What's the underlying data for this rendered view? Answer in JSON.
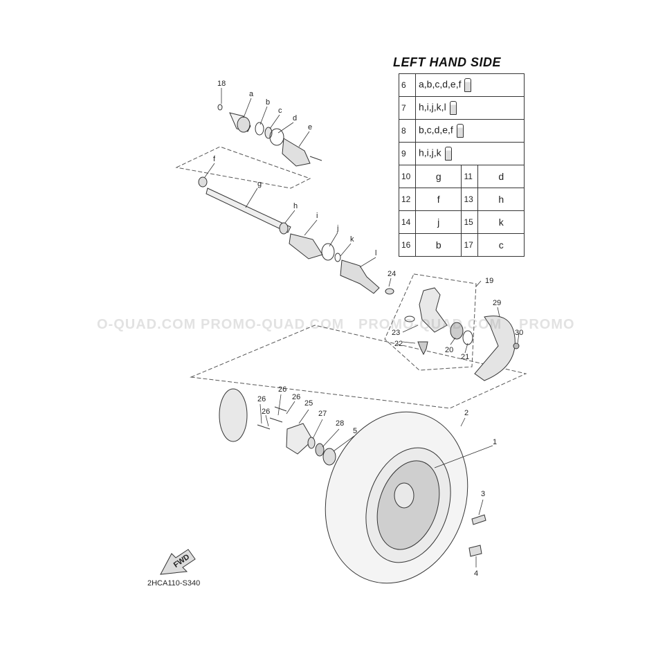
{
  "legend": {
    "title": "LEFT HAND SIDE",
    "rows": [
      {
        "num": "6",
        "value": "a,b,c,d,e,f",
        "icon": "lubricant-tube-icon"
      },
      {
        "num": "7",
        "value": "h,i,j,k,l",
        "icon": "lubricant-tube-icon"
      },
      {
        "num": "8",
        "value": "b,c,d,e,f",
        "icon": "lubricant-tube-icon"
      },
      {
        "num": "9",
        "value": "h,i,j,k",
        "icon": "lubricant-tube-icon"
      }
    ],
    "pairs": [
      {
        "num_a": "10",
        "val_a": "g",
        "num_b": "11",
        "val_b": "d"
      },
      {
        "num_a": "12",
        "val_a": "f",
        "num_b": "13",
        "val_b": "h"
      },
      {
        "num_a": "14",
        "val_a": "j",
        "num_b": "15",
        "val_b": "k"
      },
      {
        "num_a": "16",
        "val_a": "b",
        "num_b": "17",
        "val_b": "c"
      }
    ]
  },
  "callouts": {
    "p18": "18",
    "pa": "a",
    "pb": "b",
    "pc": "c",
    "pd": "d",
    "pe": "e",
    "pf": "f",
    "pg": "g",
    "ph": "h",
    "pi": "i",
    "pj": "j",
    "pk": "k",
    "pl": "l",
    "p24": "24",
    "p19": "19",
    "p29": "29",
    "p23": "23",
    "p22": "22",
    "p20": "20",
    "p21": "21",
    "p30": "30",
    "p2": "2",
    "p1": "1",
    "p3": "3",
    "p4": "4",
    "p26a": "26",
    "p26b": "26",
    "p26c": "26",
    "p26d": "26",
    "p25": "25",
    "p27": "27",
    "p28": "28",
    "p5": "5"
  },
  "fwd_label": "FWD",
  "diagram_code": "2HCA110-S340",
  "watermarks": [
    "O-QUAD.COM",
    "PROMO-QUAD.COM",
    "PROMO-QUAD.COM",
    "PROMO"
  ]
}
